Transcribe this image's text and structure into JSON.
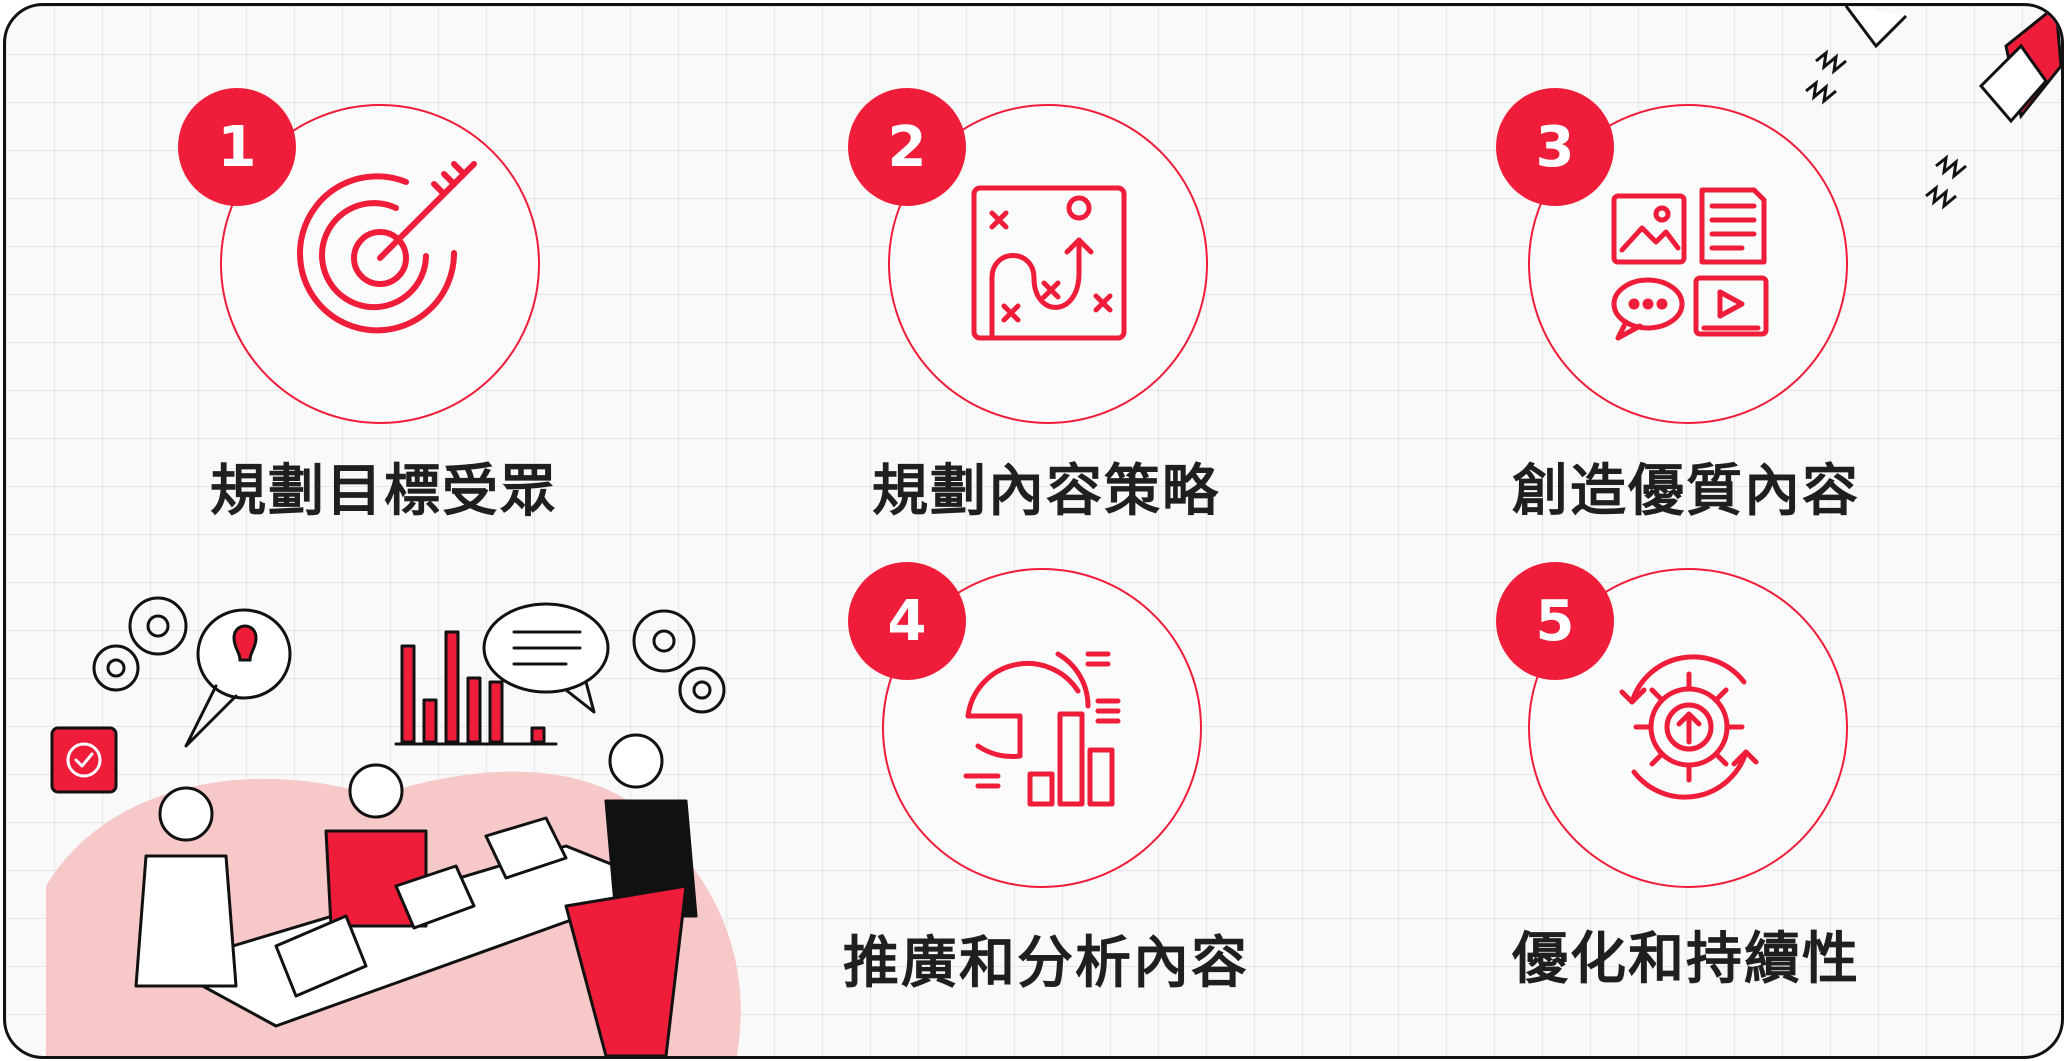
{
  "colors": {
    "accent": "#ef1d39",
    "text": "#1f1f1f",
    "frame": "#111111"
  },
  "steps": [
    {
      "number": "1",
      "title": "規劃目標受眾",
      "icon": "target-icon"
    },
    {
      "number": "2",
      "title": "規劃內容策略",
      "icon": "strategy-map-icon"
    },
    {
      "number": "3",
      "title": "創造優質內容",
      "icon": "content-media-icon"
    },
    {
      "number": "4",
      "title": "推廣和分析內容",
      "icon": "analytics-chart-icon"
    },
    {
      "number": "5",
      "title": "優化和持續性",
      "icon": "gear-cycle-icon"
    }
  ]
}
